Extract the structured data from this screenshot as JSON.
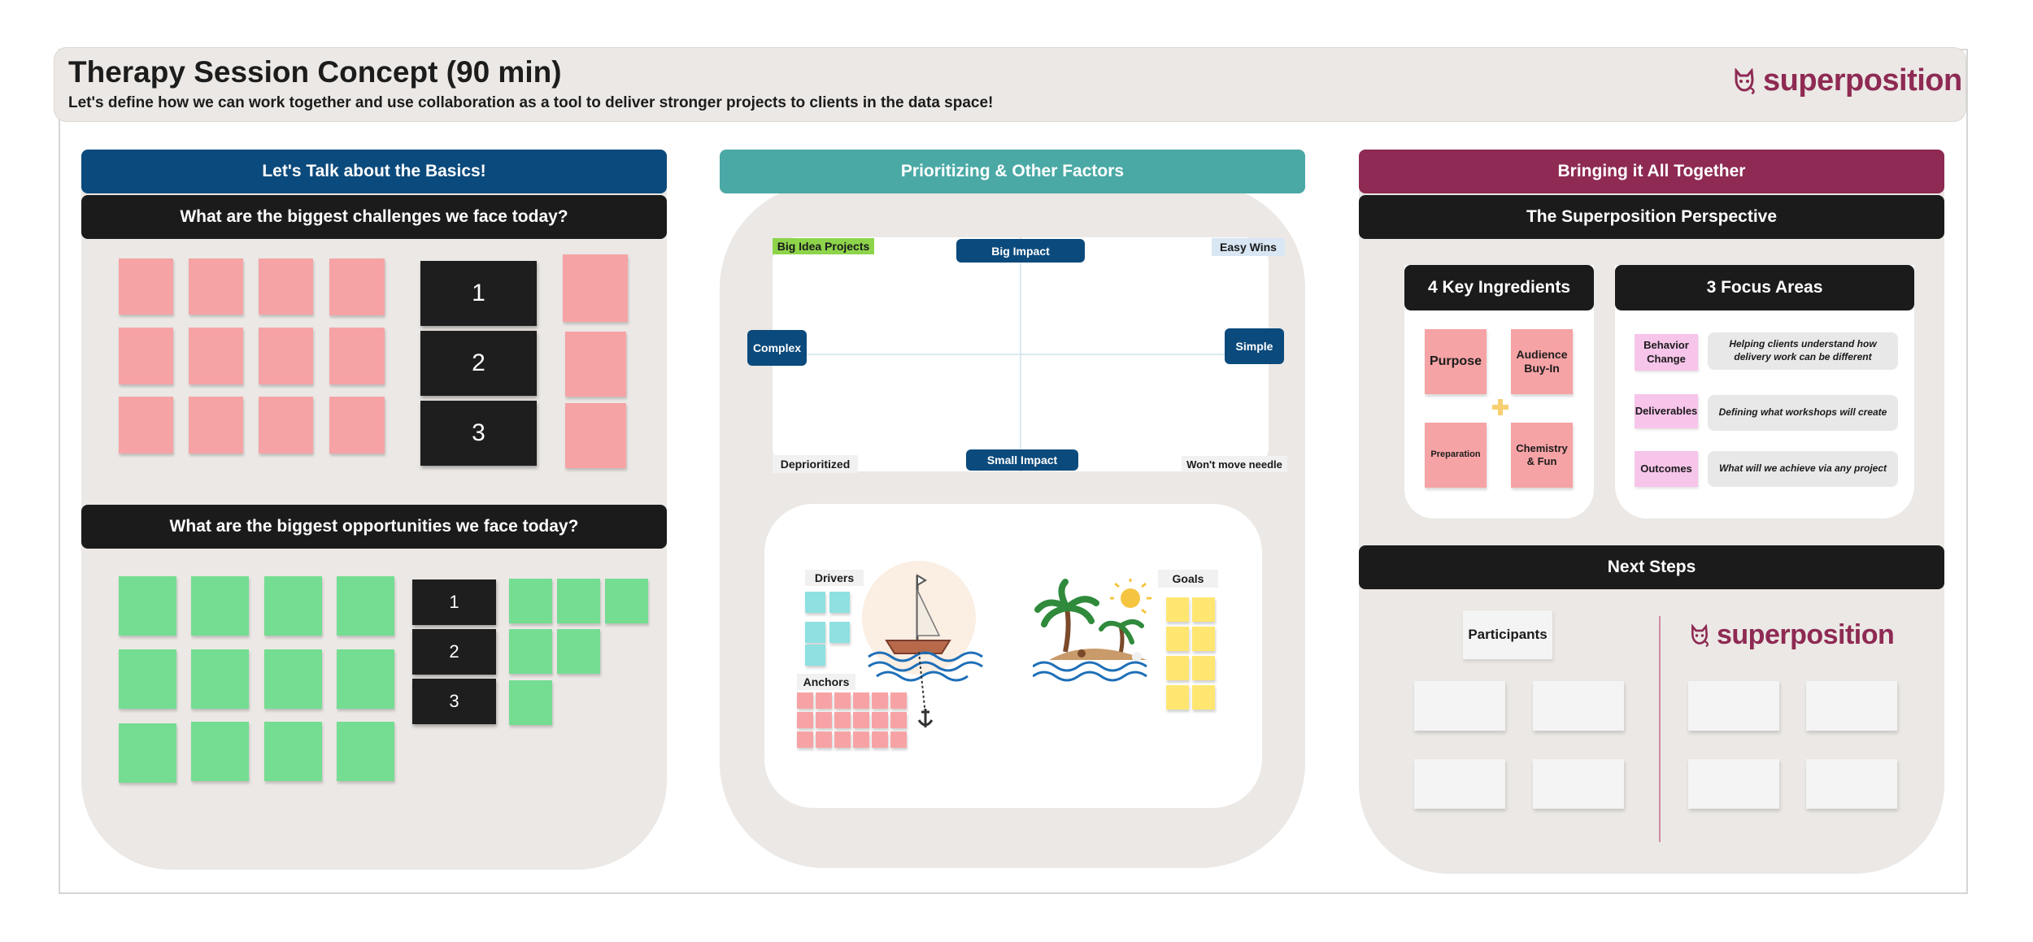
{
  "header": {
    "title": "Therapy Session Concept (90 min)",
    "subtitle": "Let's define how we can work together and use collaboration as a tool to deliver stronger projects to clients in the data space!",
    "logo_text": "superposition",
    "logo_icon": "cat-mascot-icon"
  },
  "colors": {
    "brand_plum": "#8e2a53",
    "navy": "#0b4a7c",
    "teal": "#4aa9a5",
    "dark": "#1b1b1b",
    "panel_bg": "#ebe8e5",
    "sticky_pink": "#f6a3a5",
    "sticky_green": "#74dd92",
    "sticky_cyan": "#8ee1e0",
    "sticky_yellow": "#ffe671",
    "chip_pink": "#f7c4ea"
  },
  "basics": {
    "banner": "Let's Talk about the Basics!",
    "challenges_heading": "What are the biggest challenges we face today?",
    "opportunities_heading": "What are the biggest opportunities we face today?",
    "ranks": [
      "1",
      "2",
      "3"
    ]
  },
  "prioritizing": {
    "banner": "Prioritizing & Other Factors",
    "matrix": {
      "top": "Big Impact",
      "bottom": "Small Impact",
      "left": "Complex",
      "right": "Simple",
      "top_left": "Big Idea Projects",
      "top_right": "Easy Wins",
      "bottom_left": "Deprioritized",
      "bottom_right": "Won't move needle"
    },
    "sailboat": {
      "drivers": "Drivers",
      "anchors": "Anchors",
      "goals": "Goals"
    }
  },
  "together": {
    "banner": "Bringing it All Together",
    "perspective_heading": "The Superposition Perspective",
    "ingredients_heading": "4 Key Ingredients",
    "ingredients": [
      "Purpose",
      "Audience Buy-In",
      "Preparation",
      "Chemistry & Fun"
    ],
    "focus_heading": "3 Focus Areas",
    "focus_areas": [
      {
        "name": "Behavior Change",
        "desc": "Helping clients understand how delivery work can be different"
      },
      {
        "name": "Deliverables",
        "desc": "Defining what workshops will create"
      },
      {
        "name": "Outcomes",
        "desc": "What will we achieve via any project"
      }
    ],
    "next_steps_heading": "Next Steps",
    "participants_label": "Participants",
    "logo_text": "superposition"
  }
}
